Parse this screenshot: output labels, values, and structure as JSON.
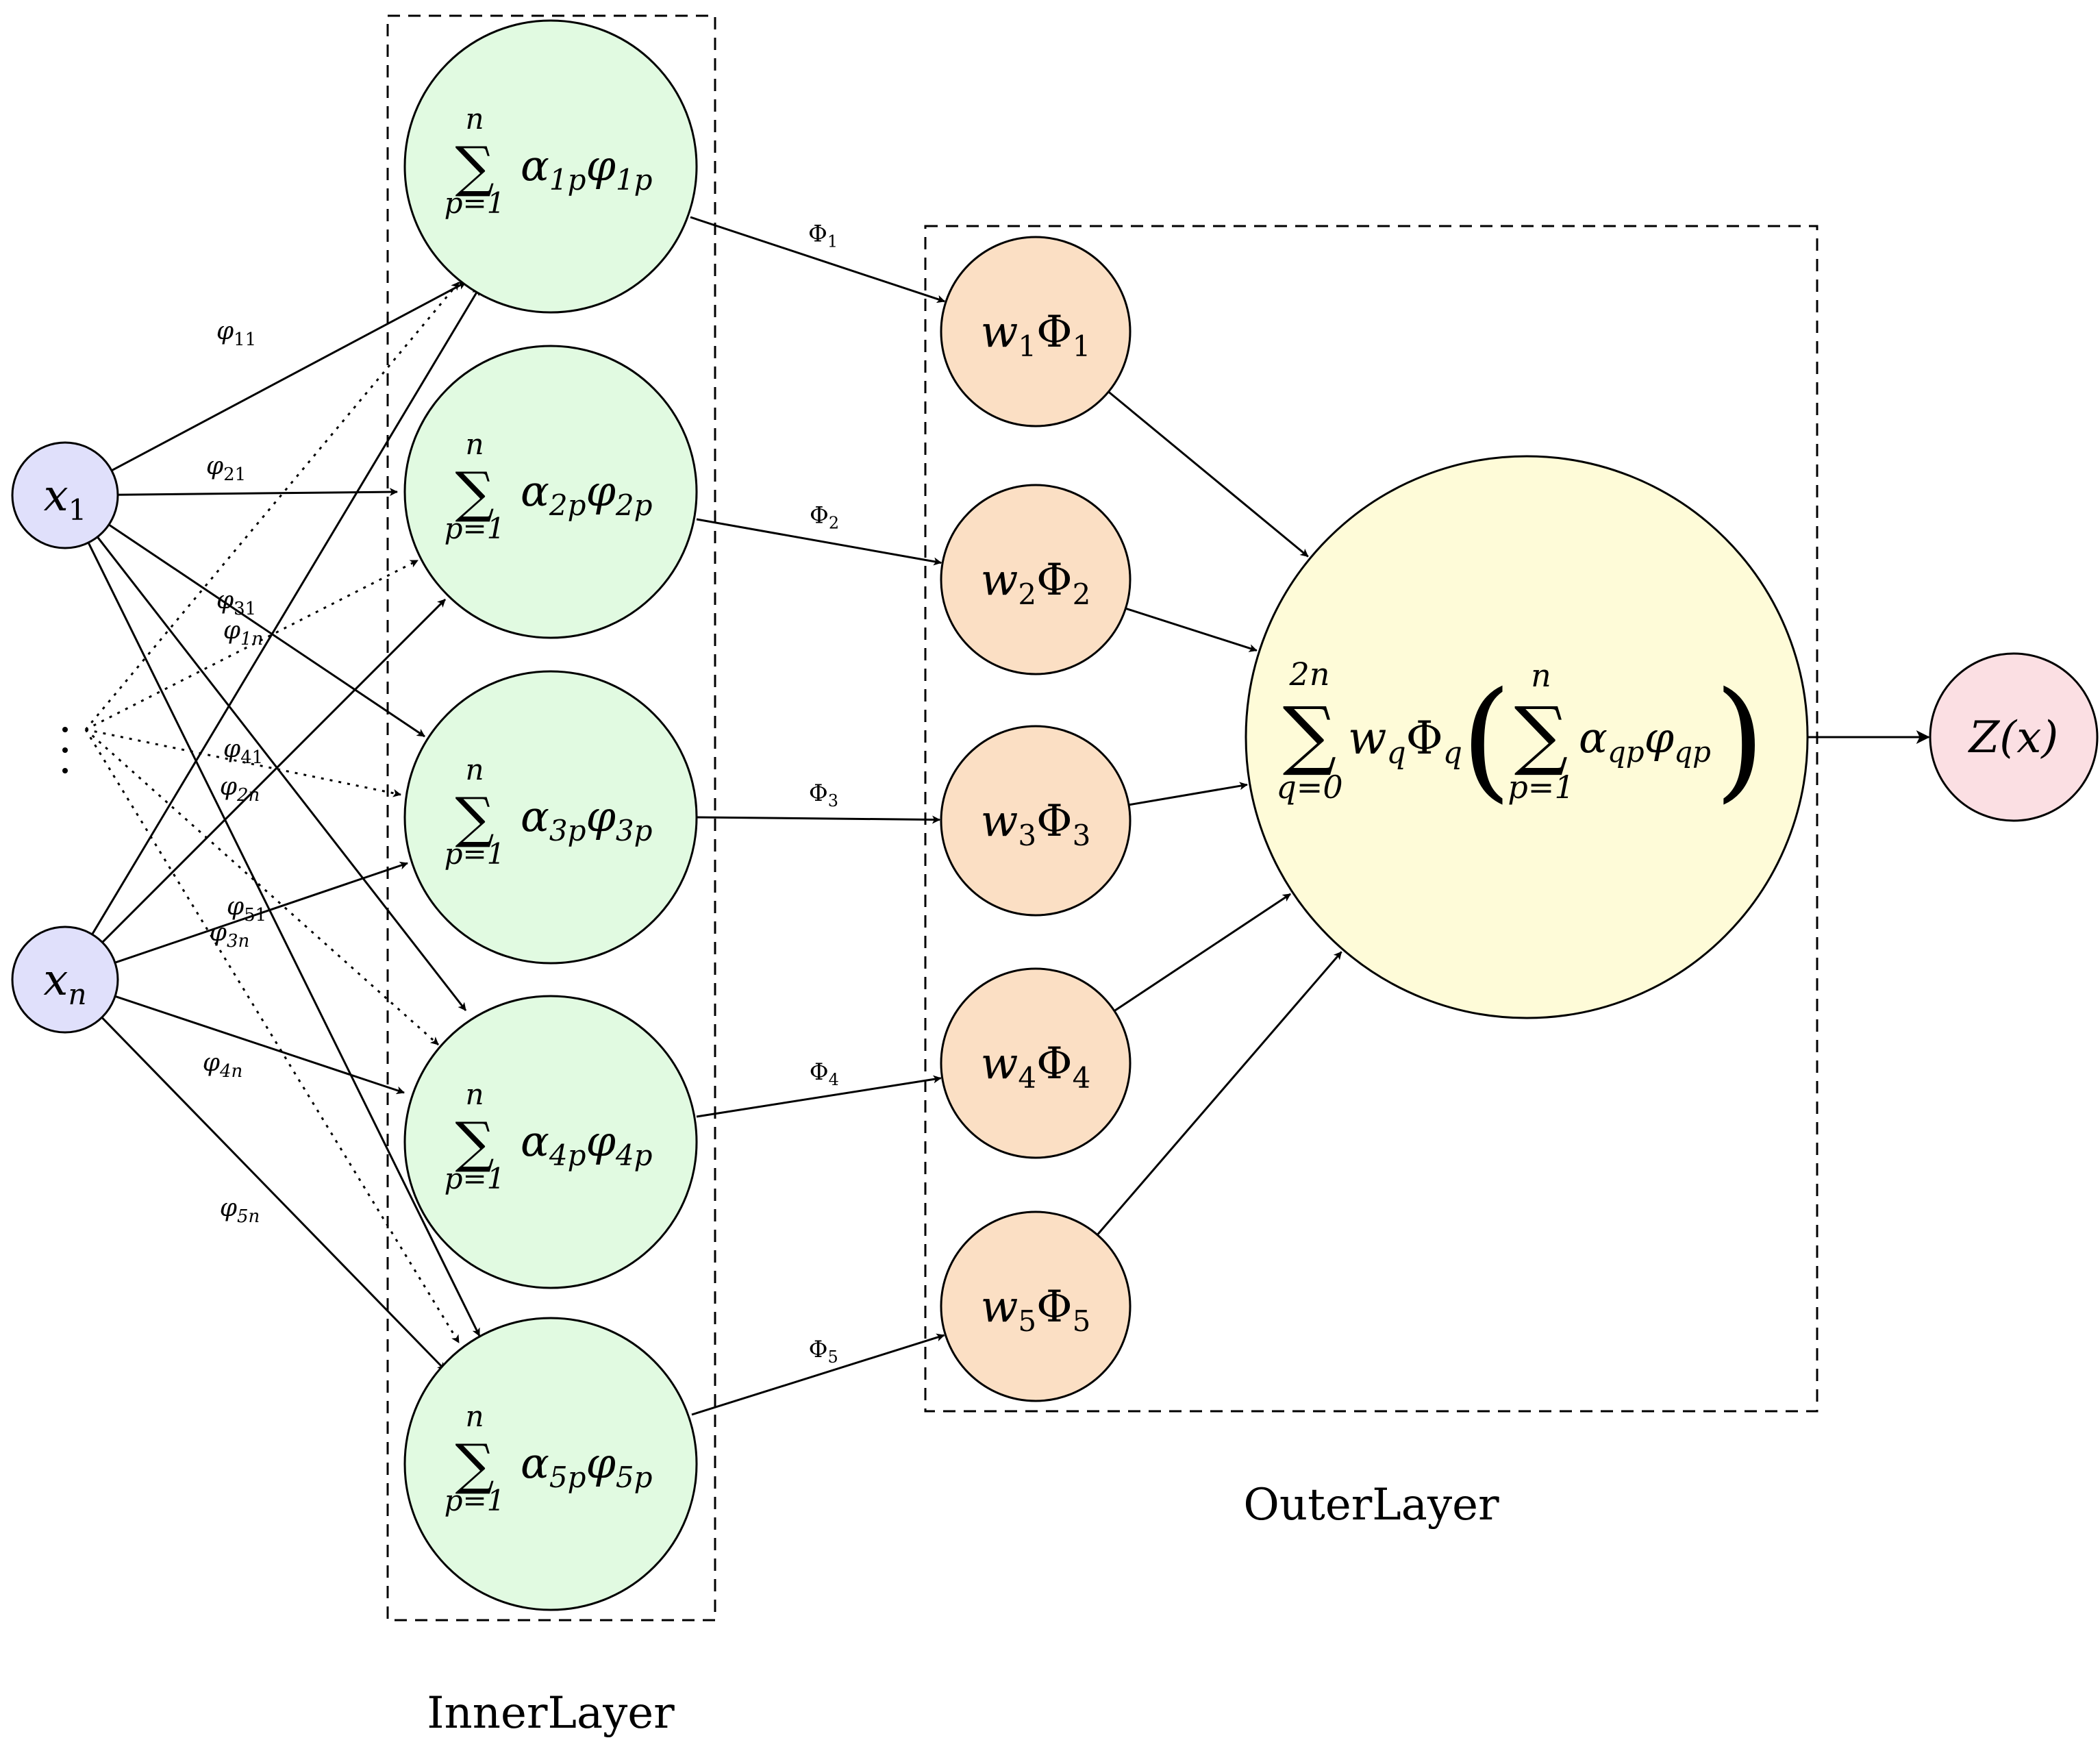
{
  "inputs": [
    {
      "sym": "x",
      "sub": "1"
    },
    {
      "sym": "x",
      "sub": "n"
    }
  ],
  "inner_nodes": [
    {
      "alpha_sub": "1p",
      "phi_sub": "1p"
    },
    {
      "alpha_sub": "2p",
      "phi_sub": "2p"
    },
    {
      "alpha_sub": "3p",
      "phi_sub": "3p"
    },
    {
      "alpha_sub": "4p",
      "phi_sub": "4p"
    },
    {
      "alpha_sub": "5p",
      "phi_sub": "5p"
    }
  ],
  "sum_upper": "n",
  "sum_lower": "p=1",
  "outer_nodes": [
    {
      "w_sub": "1",
      "Phi_sub": "1"
    },
    {
      "w_sub": "2",
      "Phi_sub": "2"
    },
    {
      "w_sub": "3",
      "Phi_sub": "3"
    },
    {
      "w_sub": "4",
      "Phi_sub": "4"
    },
    {
      "w_sub": "5",
      "Phi_sub": "5"
    }
  ],
  "edge_labels_x1": [
    "11",
    "21",
    "31",
    "41",
    "51"
  ],
  "edge_labels_xn": [
    "1n",
    "2n",
    "3n",
    "4n",
    "5n"
  ],
  "phi_edge_labels": [
    "1",
    "2",
    "3",
    "4",
    "5"
  ],
  "big_node": {
    "outer_upper": "2n",
    "outer_lower": "q=0",
    "inner_upper": "n",
    "inner_lower": "p=1",
    "w_sub": "q",
    "Phi_sub": "q",
    "alpha_sub": "qp",
    "phi_sub": "qp"
  },
  "output_label": "Z(x)",
  "inner_layer_label": "InnerLayer",
  "outer_layer_label": "OuterLayer",
  "colors": {
    "input_fill": "#e0e0fb",
    "inner_fill": "#e1fae1",
    "outer_fill": "#fbdfc4",
    "big_fill": "#fefbd8",
    "output_fill": "#fbdfe3"
  }
}
